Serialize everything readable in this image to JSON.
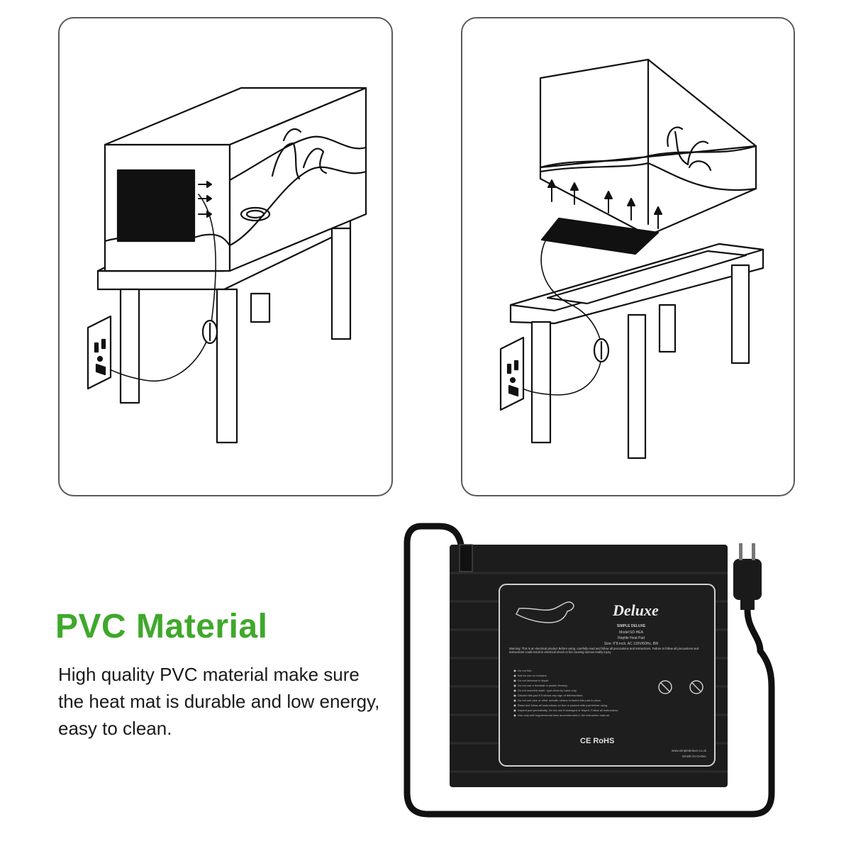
{
  "heading": "PVC Material",
  "description": "High quality PVC material make sure the heat mat is durable and low energy, easy to clean.",
  "colors": {
    "heading": "#3fa82b",
    "mat": "#1c1c1c",
    "outline": "#111111"
  },
  "product_label": {
    "brand": "Deluxe",
    "tagline": "SIMPLE DELUXE",
    "model": "Model:SD-HEA",
    "product": "Reptile Heat Pad",
    "size": "Size: 6\"8 inch, AC 120V/60Hz, 8W",
    "warning": "Warning: This is an electrical product Before using, carefully read and follow all precautions and instructions. Failure to follow all precautions and instructions could result in electrical shock or fire causing serious bodily injury.",
    "cautions": [
      "Do not fold.",
      "Not for use on humans.",
      "Do not immerse in liquid.",
      "Do not use a rheostat or plastic flooring.",
      "Do not machine wash, spot clean by hand only.",
      "Discard this pad if it shows any sign of deterioration.",
      "Do not use pins or other metallic means to fasten this pad in place.",
      "Read and follow all instructions on box or packed with pad before using.",
      "Inspect pad periodically. Do not use if damaged or frayed. Follow all instructions.",
      "Use only with supplemental heat recommended in the instruction manual."
    ],
    "certifications": "CE RoHS",
    "website": "www.simpledeluxe.co.uk",
    "origin": "MADE IN CHINA"
  },
  "icons": {
    "terrarium_heat": "terrarium-side-heat-mat-illustration",
    "terrarium_under": "terrarium-under-heat-mat-illustration",
    "heat_mat": "heat-mat-product-photo",
    "lizard": "lizard-logo-icon",
    "no_cut": "no-cut-icon",
    "no_fold": "no-fold-icon"
  }
}
